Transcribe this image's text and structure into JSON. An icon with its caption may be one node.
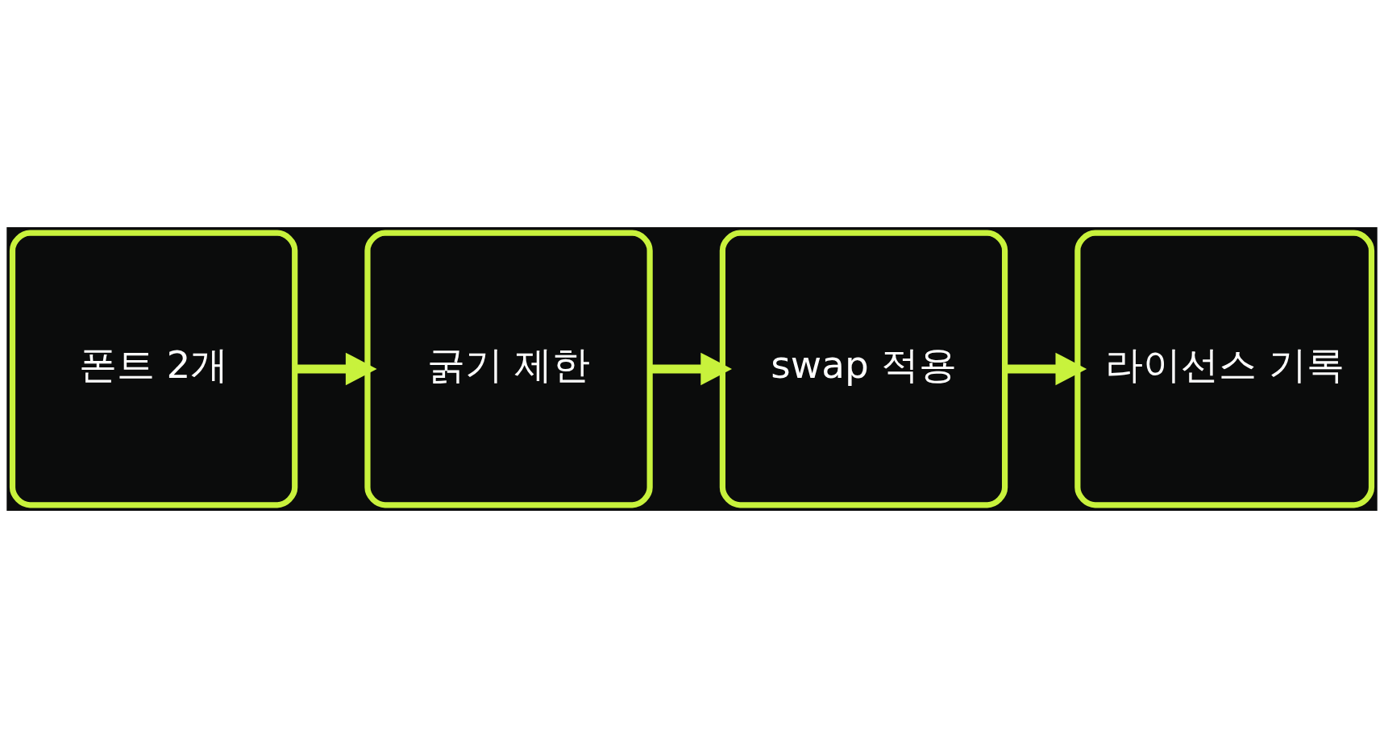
{
  "diagram": {
    "nodes": [
      {
        "text": [
          "폰트 2개"
        ]
      },
      {
        "text": [
          "굵기 제한"
        ]
      },
      {
        "text": [
          "swap 적용"
        ]
      },
      {
        "text": [
          "라이선스 기록"
        ]
      }
    ],
    "edges": [
      {
        "from": 0,
        "to": 1,
        "arrow": "to"
      },
      {
        "from": 1,
        "to": 2,
        "arrow": "to"
      },
      {
        "from": 2,
        "to": 3,
        "arrow": "to"
      }
    ]
  }
}
